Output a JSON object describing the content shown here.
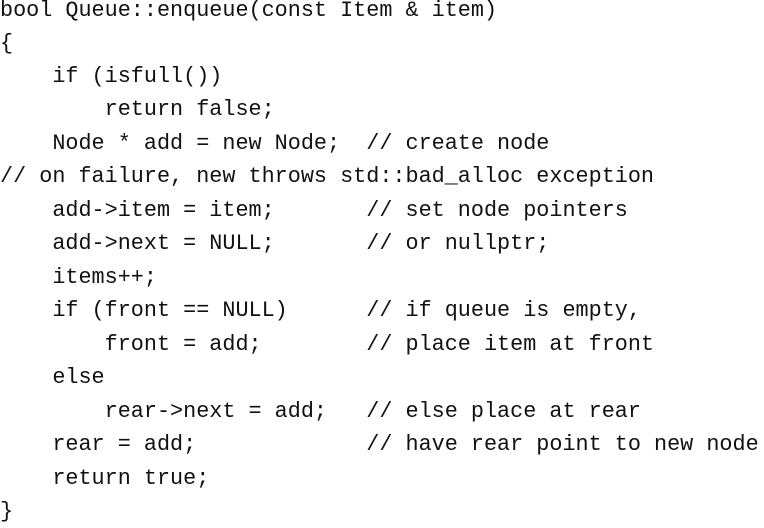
{
  "code": {
    "lines": [
      "bool Queue::enqueue(const Item & item)",
      "{",
      "    if (isfull())",
      "        return false;",
      "    Node * add = new Node;  // create node",
      "// on failure, new throws std::bad_alloc exception",
      "    add->item = item;       // set node pointers",
      "    add->next = NULL;       // or nullptr;",
      "    items++;",
      "    if (front == NULL)      // if queue is empty,",
      "        front = add;        // place item at front",
      "    else",
      "        rear->next = add;   // else place at rear",
      "    rear = add;             // have rear point to new node",
      "    return true;",
      "}"
    ]
  }
}
